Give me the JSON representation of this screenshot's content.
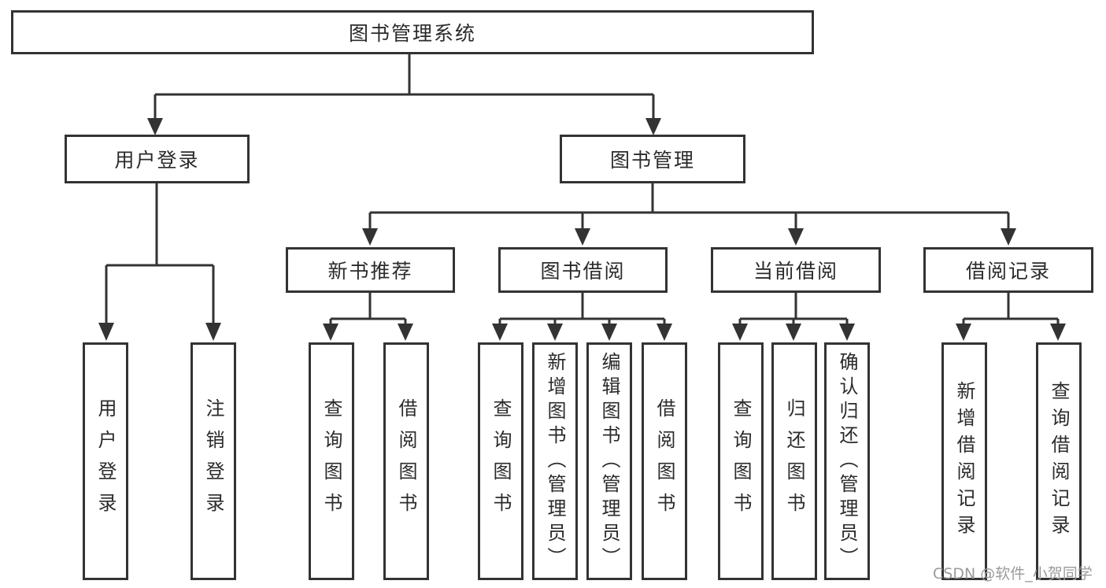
{
  "diagram": {
    "tree": {
      "root": {
        "label": "图书管理系统",
        "children": [
          {
            "label": "用户登录",
            "children": [
              {
                "label": "用户登录"
              },
              {
                "label": "注销登录"
              }
            ]
          },
          {
            "label": "图书管理",
            "children": [
              {
                "label": "新书推荐",
                "children": [
                  {
                    "label": "查询图书"
                  },
                  {
                    "label": "借阅图书"
                  }
                ]
              },
              {
                "label": "图书借阅",
                "children": [
                  {
                    "label": "查询图书"
                  },
                  {
                    "label": "新增图书（管理员）"
                  },
                  {
                    "label": "编辑图书（管理员）"
                  },
                  {
                    "label": "借阅图书"
                  }
                ]
              },
              {
                "label": "当前借阅",
                "children": [
                  {
                    "label": "查询图书"
                  },
                  {
                    "label": "归还图书"
                  },
                  {
                    "label": "确认归还（管理员）"
                  }
                ]
              },
              {
                "label": "借阅记录",
                "children": [
                  {
                    "label": "新增借阅记录"
                  },
                  {
                    "label": "查询借阅记录"
                  }
                ]
              }
            ]
          }
        ]
      }
    },
    "colors": {
      "line": "#333333",
      "text": "#2b2b2b",
      "watermark": "#9b9b9b",
      "background": "#ffffff"
    },
    "watermark": {
      "text": "CSDN @软件_小贺同学"
    }
  }
}
